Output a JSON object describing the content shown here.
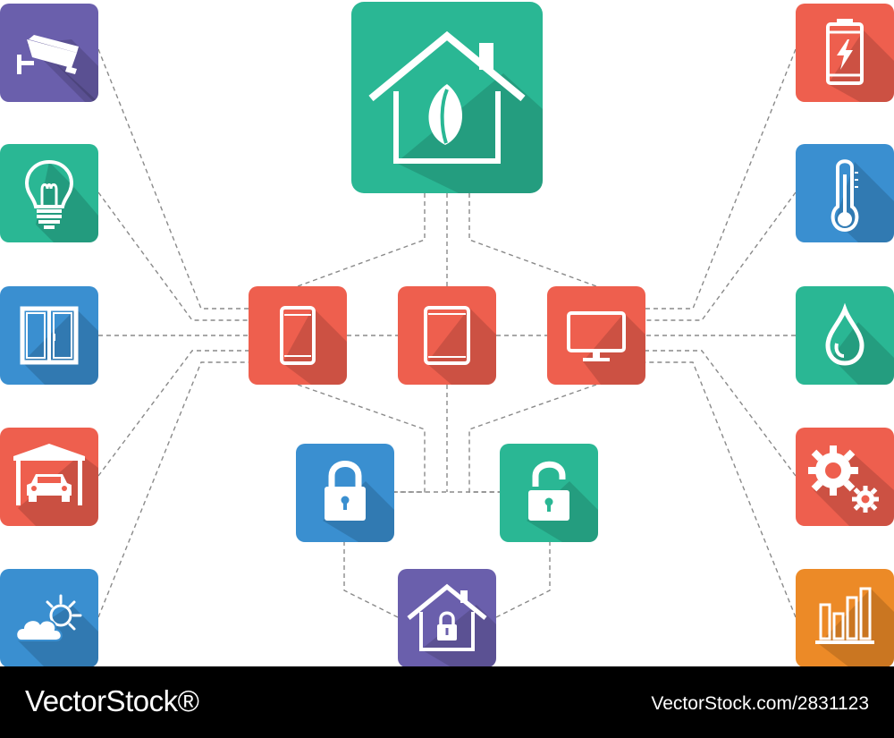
{
  "colors": {
    "purple": "#6a5fac",
    "teal": "#2ab794",
    "blue": "#3a8fd0",
    "red": "#ee5f4e",
    "orange": "#ec8a27",
    "line": "#8a8a8a",
    "footer": "#000000"
  },
  "tiles": [
    {
      "name": "security-camera-tile",
      "icon": "security-camera-icon",
      "color": "purple"
    },
    {
      "name": "light-bulb-tile",
      "icon": "light-bulb-icon",
      "color": "teal"
    },
    {
      "name": "window-tile",
      "icon": "window-icon",
      "color": "blue"
    },
    {
      "name": "garage-tile",
      "icon": "garage-car-icon",
      "color": "red"
    },
    {
      "name": "weather-tile",
      "icon": "sun-cloud-icon",
      "color": "blue"
    },
    {
      "name": "eco-home-tile",
      "icon": "eco-house-leaf-icon",
      "color": "teal"
    },
    {
      "name": "smartphone-tile",
      "icon": "smartphone-icon",
      "color": "red"
    },
    {
      "name": "tablet-tile",
      "icon": "tablet-icon",
      "color": "red"
    },
    {
      "name": "monitor-tile",
      "icon": "monitor-icon",
      "color": "red"
    },
    {
      "name": "locked-padlock-tile",
      "icon": "lock-closed-icon",
      "color": "blue"
    },
    {
      "name": "unlocked-padlock-tile",
      "icon": "lock-open-icon",
      "color": "teal"
    },
    {
      "name": "home-lock-tile",
      "icon": "house-lock-icon",
      "color": "purple"
    },
    {
      "name": "battery-tile",
      "icon": "battery-icon",
      "color": "red"
    },
    {
      "name": "thermometer-tile",
      "icon": "thermometer-icon",
      "color": "blue"
    },
    {
      "name": "water-drop-tile",
      "icon": "water-drop-icon",
      "color": "teal"
    },
    {
      "name": "gears-tile",
      "icon": "gears-icon",
      "color": "red"
    },
    {
      "name": "bar-chart-tile",
      "icon": "bar-chart-icon",
      "color": "orange"
    }
  ],
  "footer": {
    "brand": "VectorStock®",
    "credit": "VectorStock.com/2831123"
  }
}
